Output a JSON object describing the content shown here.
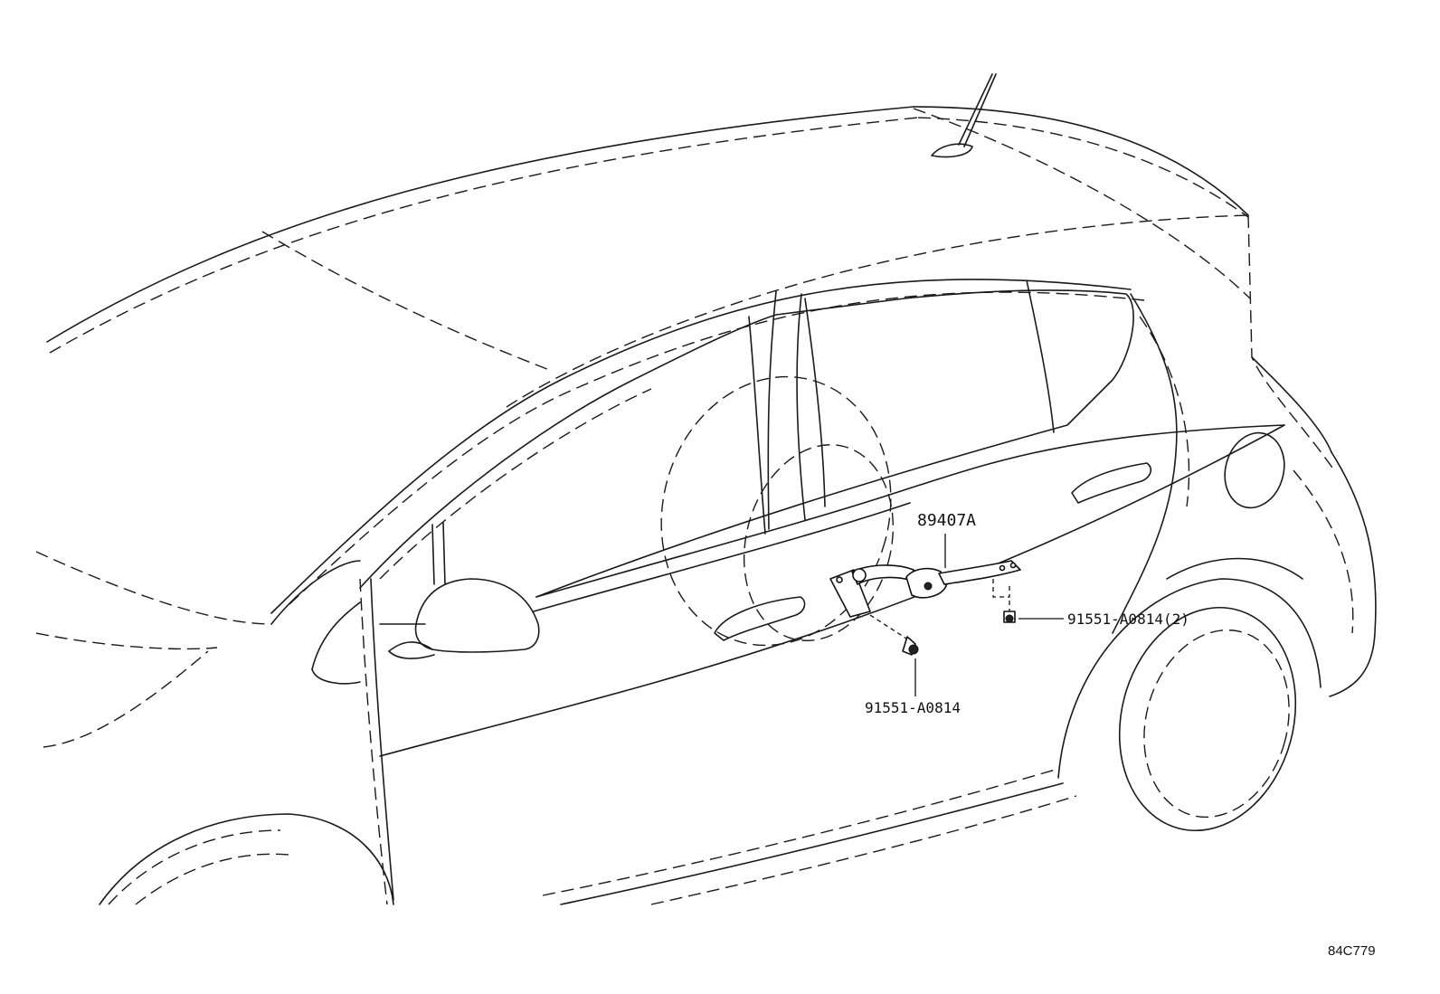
{
  "labels": {
    "sensor_part": "89407A",
    "bolt_single": "91551-A0814",
    "bolt_double": "91551-A0814(2)",
    "figure_code": "84C779"
  }
}
